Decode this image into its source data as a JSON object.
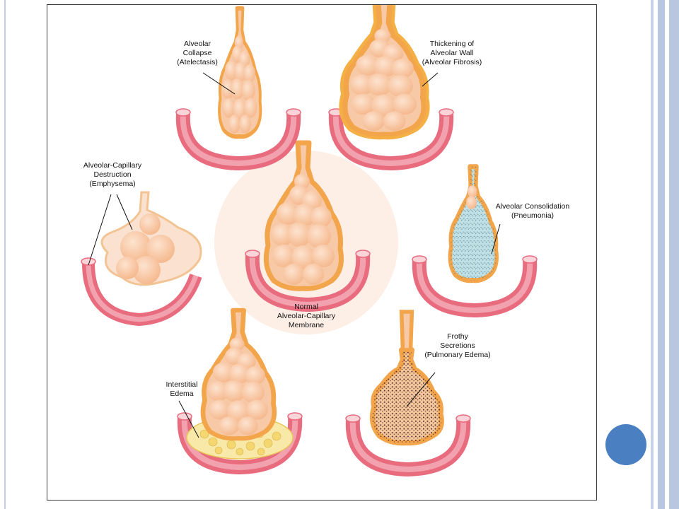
{
  "diagram": {
    "center": {
      "lines": [
        "Normal",
        "Alveolar-Capillary",
        "Membrane"
      ]
    },
    "atelectasis": {
      "lines": [
        "Alveolar",
        "Collapse",
        "(Atelectasis)"
      ]
    },
    "fibrosis": {
      "lines": [
        "Thickening of",
        "Alveolar Wall",
        "(Alveolar Fibrosis)"
      ]
    },
    "emphysema": {
      "lines": [
        "Alveolar-Capillary",
        "Destruction",
        "(Emphysema)"
      ]
    },
    "pneumonia": {
      "lines": [
        "Alveolar Consolidation",
        "(Pneumonia)"
      ]
    },
    "interstitial_edema": {
      "lines": [
        "Interstitial",
        "Edema"
      ]
    },
    "pulmonary_edema": {
      "lines": [
        "Frothy",
        "Secretions",
        "(Pulmonary Edema)"
      ]
    }
  },
  "colors": {
    "alveolus_fill": "#f7c9a6",
    "alveolus_wall": "#f2a54a",
    "capillary": "#e86b7e",
    "capillary_light": "#f7b9c3",
    "center_disc": "#fdeee6",
    "bullet": "#4a7fc1",
    "band_stripe": "#b9c6e0"
  }
}
